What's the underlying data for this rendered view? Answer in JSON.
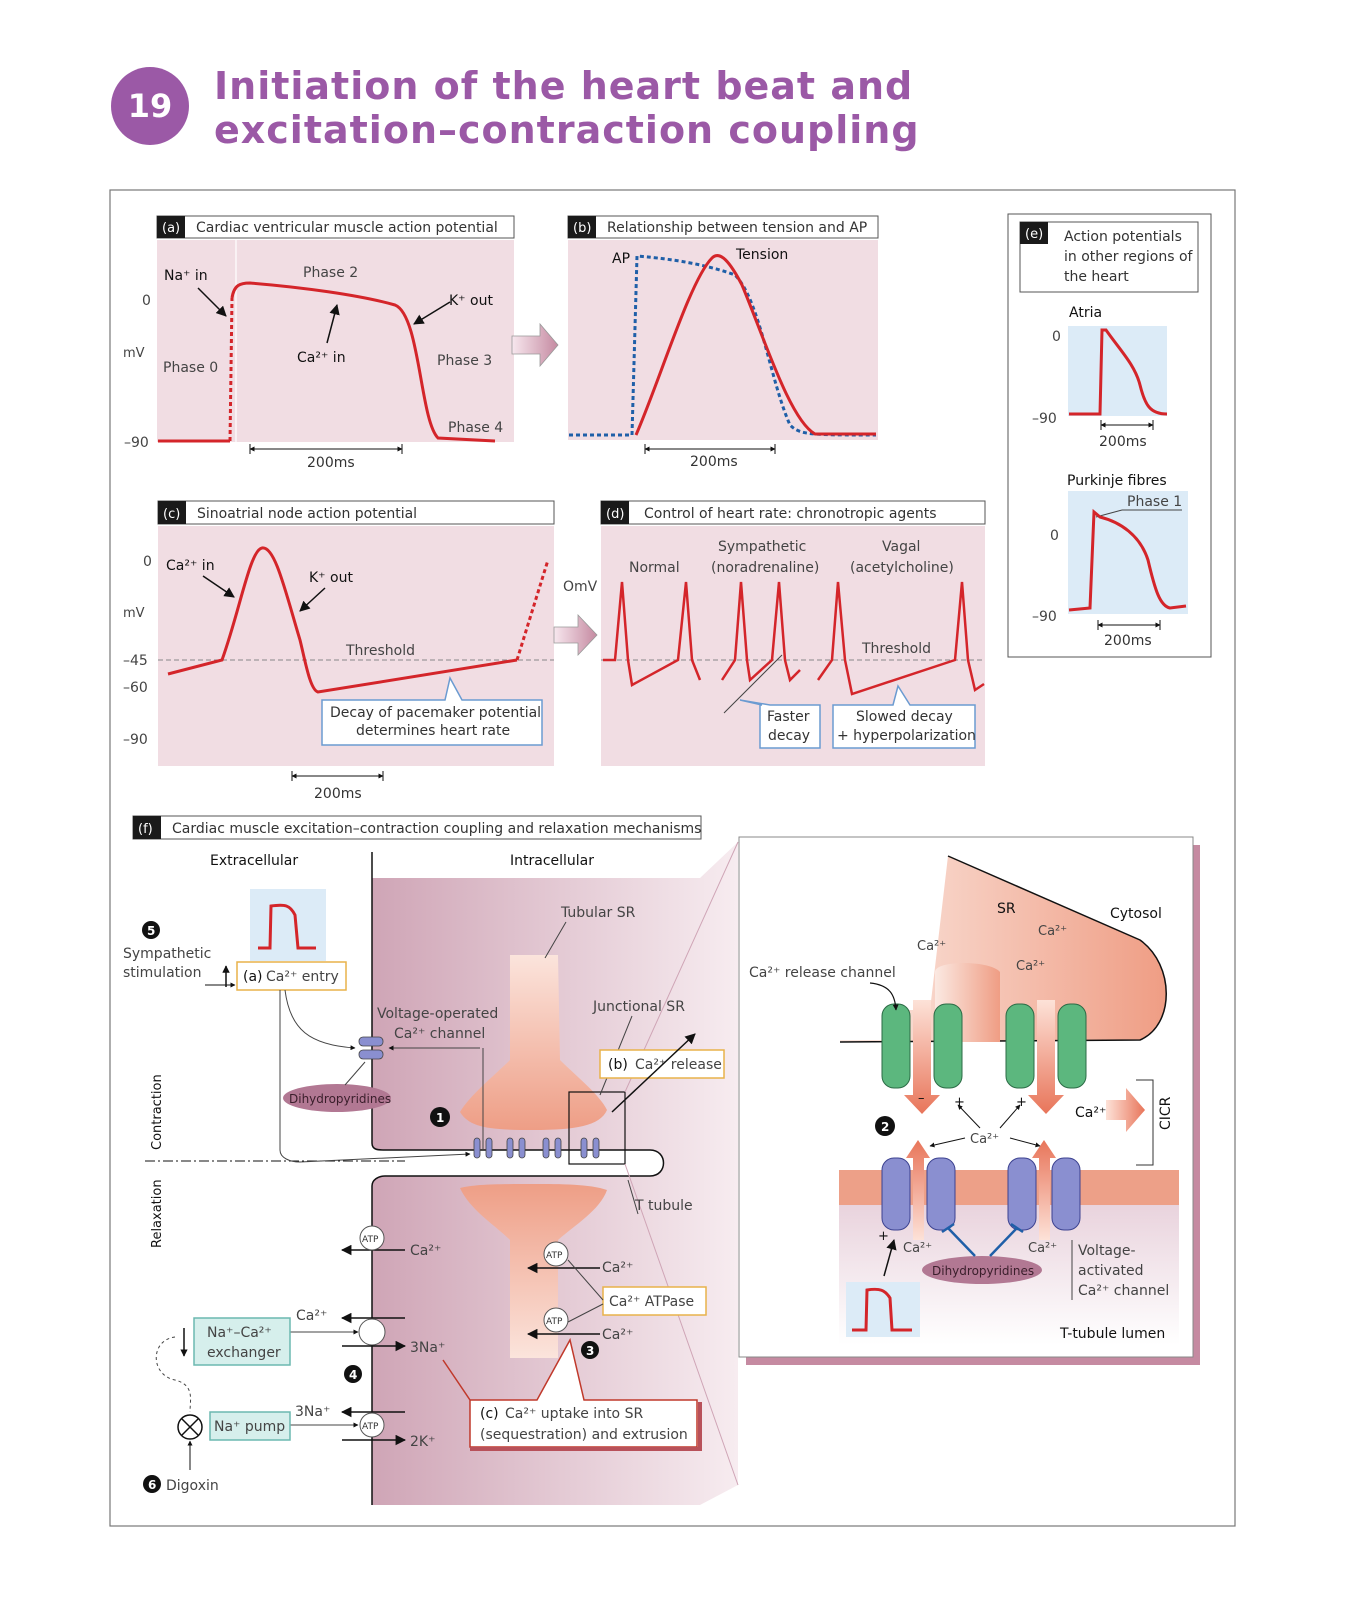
{
  "header": {
    "chapter_number": "19",
    "title_line1": "Initiation of the heart beat and",
    "title_line2": "excitation–contraction coupling"
  },
  "colors": {
    "accent_purple": "#9b59a6",
    "panel_pink": "#f1dde3",
    "panel_blue": "#dcebf7",
    "trace_red": "#d4252a",
    "ap_blue": "#1f5fa8"
  },
  "panel_a": {
    "tag": "(a)",
    "title": "Cardiac ventricular muscle action potential",
    "y_zero": "0",
    "y_unit": "mV",
    "y_min": "–90",
    "na_in": "Na⁺ in",
    "phase0": "Phase 0",
    "phase2": "Phase 2",
    "phase3": "Phase 3",
    "phase4": "Phase 4",
    "k_out": "K⁺ out",
    "ca_in": "Ca²⁺ in",
    "scale": "200ms"
  },
  "panel_b": {
    "tag": "(b)",
    "title": "Relationship between tension and AP",
    "ap_label": "AP",
    "tension_label": "Tension",
    "scale": "200ms"
  },
  "panel_c": {
    "tag": "(c)",
    "title": "Sinoatrial node action potential",
    "y0": "0",
    "y_unit": "mV",
    "y45": "–45",
    "y60": "–60",
    "y90": "–90",
    "ca_in": "Ca²⁺ in",
    "k_out": "K⁺ out",
    "threshold": "Threshold",
    "callout_line1": "Decay of pacemaker potential",
    "callout_line2": "determines heart rate",
    "scale": "200ms"
  },
  "panel_d": {
    "tag": "(d)",
    "title": "Control of heart rate: chronotropic agents",
    "zero_label": "OmV",
    "normal": "Normal",
    "sympathetic_line1": "Sympathetic",
    "sympathetic_line2": "(noradrenaline)",
    "vagal_line1": "Vagal",
    "vagal_line2": "(acetylcholine)",
    "threshold": "Threshold",
    "faster_line1": "Faster",
    "faster_line2": "decay",
    "slowed_line1": "Slowed decay",
    "slowed_line2": "+ hyperpolarization"
  },
  "panel_e": {
    "tag": "(e)",
    "title_line1": "Action potentials",
    "title_line2": "in other regions of",
    "title_line3": "the heart",
    "atria": "Atria",
    "atria_zero": "0",
    "atria_min": "–90",
    "atria_scale": "200ms",
    "purkinje": "Purkinje fibres",
    "phase1": "Phase 1",
    "purkinje_zero": "0",
    "purkinje_min": "–90",
    "purkinje_scale": "200ms"
  },
  "panel_f": {
    "tag": "(f)",
    "title": "Cardiac muscle excitation–contraction coupling and relaxation mechanisms",
    "extracellular": "Extracellular",
    "intracellular": "Intracellular",
    "step5": "5",
    "sympathetic_line1": "Sympathetic",
    "sympathetic_line2": "stimulation",
    "ca_entry_tag": "(a)",
    "ca_entry": "Ca²⁺ entry",
    "voltage_op_line1": "Voltage-operated",
    "voltage_op_line2": "Ca²⁺ channel",
    "dihydropyridines": "Dihydropyridines",
    "tubular_sr": "Tubular SR",
    "junctional_sr": "Junctional SR",
    "ca_release_tag": "(b)",
    "ca_release": "Ca²⁺ release",
    "step1": "1",
    "t_tubule": "T tubule",
    "contraction": "Contraction",
    "relaxation": "Relaxation",
    "atp": "ATP",
    "ca2": "Ca²⁺",
    "ca_atpase": "Ca²⁺ ATPase",
    "na_ca_line1": "Na⁺–Ca²⁺",
    "na_ca_line2": "exchanger",
    "three_na": "3Na⁺",
    "step4": "4",
    "step3": "3",
    "na_pump": "Na⁺ pump",
    "two_k": "2K⁺",
    "step6": "6",
    "digoxin": "Digoxin",
    "uptake_tag": "(c)",
    "uptake_line1": "Ca²⁺ uptake into SR",
    "uptake_line2": "(sequestration) and extrusion"
  },
  "inset": {
    "sr": "SR",
    "cytosol": "Cytosol",
    "ca2": "Ca²⁺",
    "release_channel": "Ca²⁺ release channel",
    "cicr": "CICR",
    "step2": "2",
    "plus": "+",
    "minus": "–",
    "dihydropyridines": "Dihydropyridines",
    "voltage_line1": "Voltage-",
    "voltage_line2": "activated",
    "voltage_line3": "Ca²⁺ channel",
    "t_tubule_lumen": "T-tubule lumen"
  }
}
